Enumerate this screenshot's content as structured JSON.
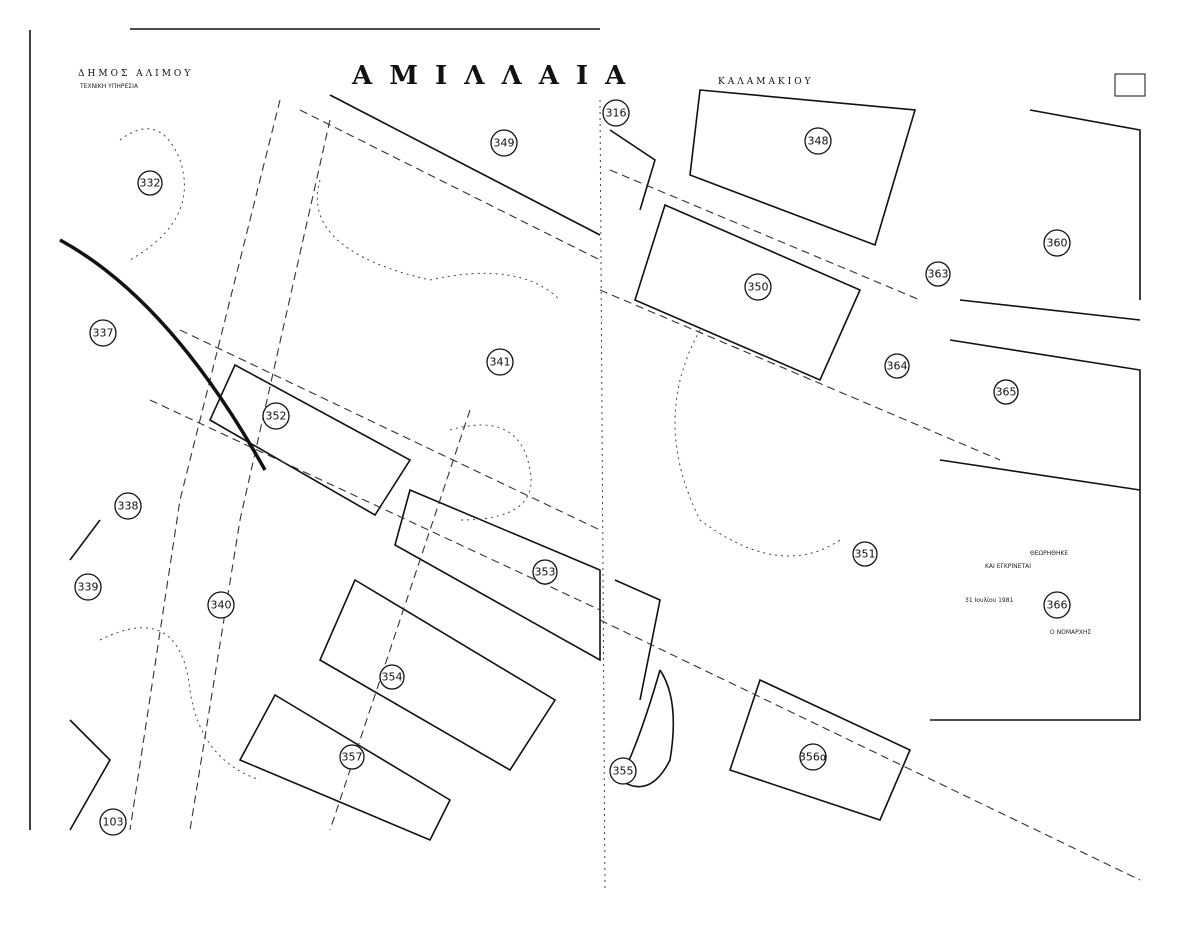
{
  "header": {
    "title": "Α Μ Ι Λ Λ Α Ι Α",
    "subtitle": "ΚΑΛΑΜΑΚΙΟΥ",
    "issuer_line1": "ΔΗΜΟΣ ΑΛΙΜΟΥ",
    "issuer_line2": "ΤΕΧΝΙΚΗ ΥΠΗΡΕΣΙΑ"
  },
  "annotation": {
    "line1": "ΘΕΩΡΗΘΗΚΕ",
    "line2": "ΚΑΙ ΕΓΚΡΙΝΕΤΑΙ",
    "date": "31 Ιουλίου 1981",
    "signature": "Ο ΝΟΜΑΡΧΗΣ"
  },
  "colors": {
    "ink": "#111111",
    "paper": "#ffffff"
  },
  "parcels": [
    "349",
    "316",
    "348",
    "360",
    "363",
    "350",
    "364",
    "365",
    "341",
    "332",
    "337",
    "352",
    "338",
    "339",
    "340",
    "353",
    "351",
    "366",
    "354",
    "357",
    "355",
    "356α",
    "103"
  ]
}
